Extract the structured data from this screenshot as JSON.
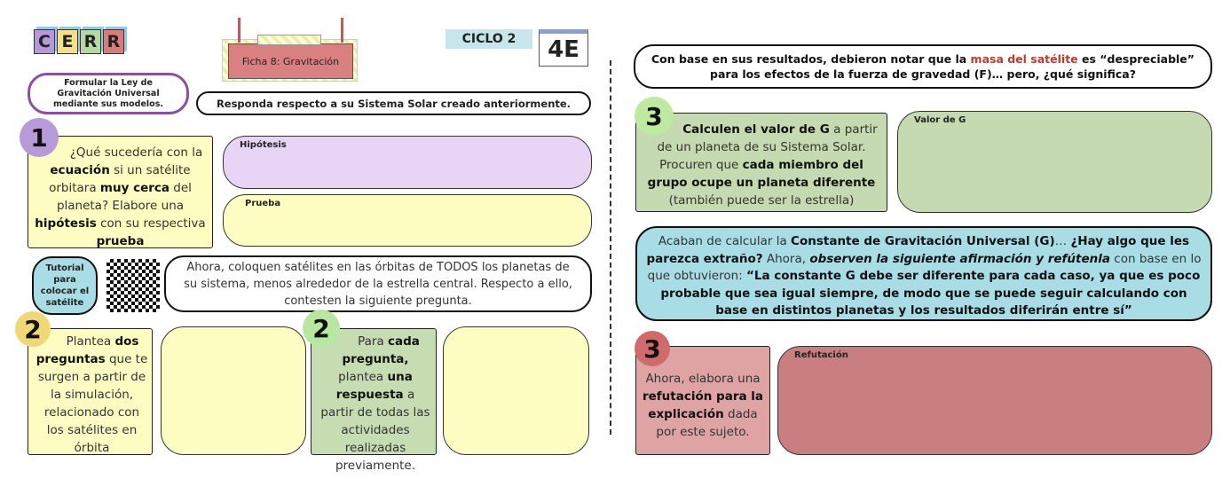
{
  "header": {
    "logo": "CERR",
    "logo_colors": [
      "#b49ad8",
      "#f3e08a",
      "#b5d9a0",
      "#d97b7b"
    ],
    "ficha": "Ficha 8: Gravitación",
    "ciclo": "CICLO 2",
    "grade": "4E",
    "objective": "Formular la Ley de Gravitación Universal mediante sus modelos.",
    "instruction": "Responda respecto a su Sistema Solar creado anteriormente."
  },
  "left": {
    "q1": {
      "number": "1",
      "text": [
        {
          "t": "¿Qué sucedería con la "
        },
        {
          "t": "ecuación",
          "b": 1
        },
        {
          "t": " si un satélite orbitara "
        },
        {
          "t": "muy  cerca",
          "b": 1
        },
        {
          "t": " del planeta? Elabore una "
        },
        {
          "t": "hipótesis",
          "b": 1
        },
        {
          "t": " con su respectiva "
        },
        {
          "t": "prueba",
          "b": 1
        }
      ]
    },
    "hipotesis_label": "Hipótesis",
    "prueba_label": "Prueba",
    "tutorial": "Tutorial para colocar el satélite",
    "ahora": "Ahora, coloquen satélites en las órbitas de TODOS los planetas de su sistema, menos alrededor de la estrella central. Respecto a ello, contesten la siguiente pregunta.",
    "q2a": {
      "number": "2",
      "text": [
        {
          "t": "Plantea "
        },
        {
          "t": "dos preguntas",
          "b": 1
        },
        {
          "t": " que te surgen a partir de la simulación, relacionado con los satélites en órbita"
        }
      ]
    },
    "q2b": {
      "number": "2",
      "text": [
        {
          "t": "Para "
        },
        {
          "t": "cada pregunta,",
          "b": 1
        },
        {
          "t": " plantea "
        },
        {
          "t": "una respuesta",
          "b": 1
        },
        {
          "t": " a partir de todas las actividades realizadas previamente."
        }
      ]
    }
  },
  "right": {
    "intro": [
      {
        "t": "Con base en sus resultados, debieron notar que la ",
        "b": 1
      },
      {
        "t": "masa del satélite",
        "r": 1
      },
      {
        "t": " es “despreciable” para los efectos de la fuerza de gravedad (F)… pero, ¿qué significa?",
        "b": 1
      }
    ],
    "q3a": {
      "number": "3",
      "text": [
        {
          "t": "Calculen el valor de G",
          "b": 1
        },
        {
          "t": " a partir de un planeta de su Sistema Solar. Procuren que "
        },
        {
          "t": "cada miembro del grupo ocupe un planeta diferente",
          "b": 1
        },
        {
          "t": " (también puede ser la estrella)"
        }
      ]
    },
    "valor_label": "Valor de G",
    "statement": [
      {
        "t": "Acaban de calcular la "
      },
      {
        "t": "Constante de Gravitación Universal (G)",
        "b": 1
      },
      {
        "t": "… "
      },
      {
        "t": "¿Hay algo que les parezca extraño?",
        "b": 1
      },
      {
        "t": " Ahora, "
      },
      {
        "t": "observen la siguiente afirmación y refútenla",
        "b": 1,
        "i": 1
      },
      {
        "t": " con base en lo que obtuvieron: "
      },
      {
        "t": "“La constante G debe ser diferente para cada caso, ya que es poco probable que sea igual siempre, de modo que se puede seguir calculando con base en distintos planetas y los resultados diferirán entre sí”",
        "b": 1
      }
    ],
    "q3b": {
      "number": "3",
      "text": [
        {
          "t": "Ahora, elabora una "
        },
        {
          "t": "refutación para la explicación",
          "b": 1
        },
        {
          "t": " dada por este sujeto."
        }
      ]
    },
    "refutacion_label": "Refutación"
  }
}
